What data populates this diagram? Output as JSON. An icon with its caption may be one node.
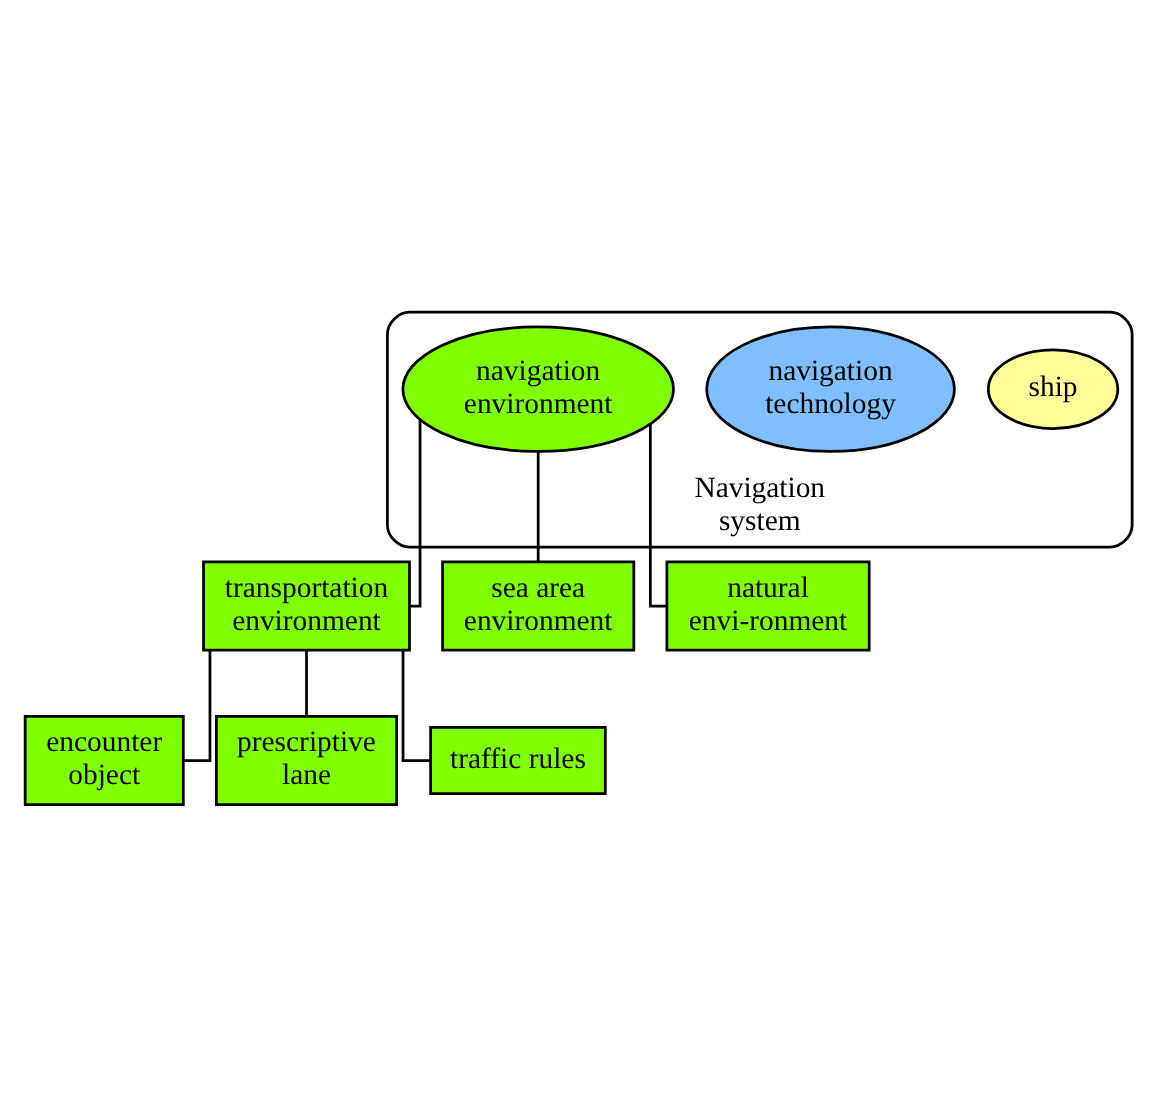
{
  "diagram": {
    "nodes": [
      {
        "text": [
          "Navigation system"
        ]
      },
      {
        "text": [
          "ship"
        ],
        "in": 0
      },
      {
        "text": [
          "navigation technology"
        ],
        "in": 0
      },
      {
        "text": [
          "navigation environment"
        ],
        "in": 0
      },
      {
        "text": [
          "transportation environment"
        ]
      },
      {
        "text": [
          "sea area environment"
        ]
      },
      {
        "text": [
          "natural envi-ronment"
        ]
      },
      {
        "text": [
          "encounter object"
        ]
      },
      {
        "text": [
          "prescriptive lane"
        ]
      },
      {
        "text": [
          "traffic rules"
        ]
      }
    ],
    "edges": [
      {
        "from": 3,
        "to": 4,
        "arrow": "none"
      },
      {
        "from": 3,
        "to": 5,
        "arrow": "none"
      },
      {
        "from": 3,
        "to": 6,
        "arrow": "none"
      },
      {
        "from": 4,
        "to": 7,
        "arrow": "none"
      },
      {
        "from": 4,
        "to": 8,
        "arrow": "none"
      },
      {
        "from": 4,
        "to": 9,
        "arrow": "none"
      }
    ]
  }
}
